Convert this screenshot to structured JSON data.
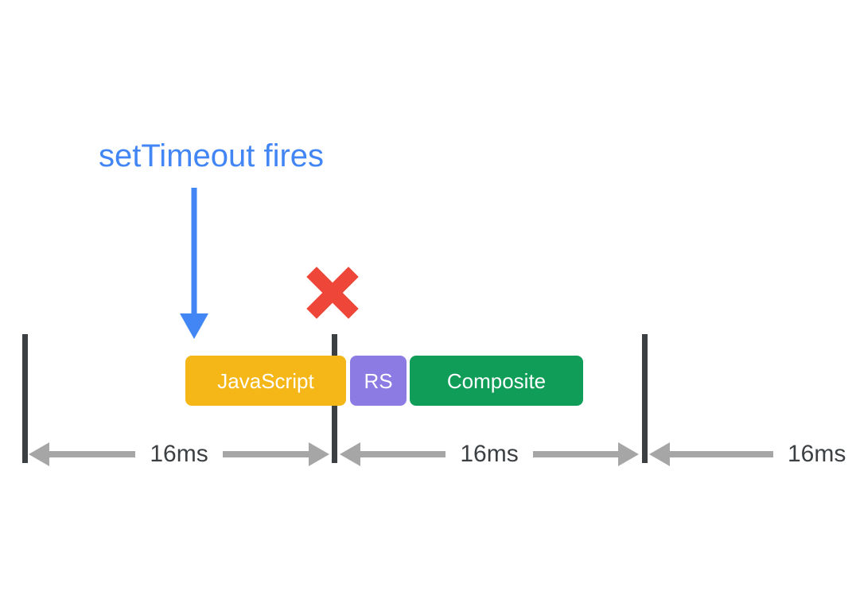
{
  "diagram": {
    "annotation": "setTimeout fires",
    "pointer_icon": "down-arrow",
    "dropped_frame_icon": "x-mark"
  },
  "blocks": [
    {
      "label": "JavaScript",
      "color": "#F5B617"
    },
    {
      "label": "RS",
      "color": "#8C7BE3"
    },
    {
      "label": "Composite",
      "color": "#0F9D58"
    }
  ],
  "intervals": [
    {
      "label": "16ms"
    },
    {
      "label": "16ms"
    },
    {
      "label": "16ms"
    }
  ],
  "colors": {
    "blue": "#4285F4",
    "red": "#EF463A",
    "tick": "#3C4043",
    "arrow_gray": "#A6A6A6",
    "interval_text": "#3C4043",
    "block_text": "#FFFFFF",
    "background": "#FFFFFF"
  }
}
